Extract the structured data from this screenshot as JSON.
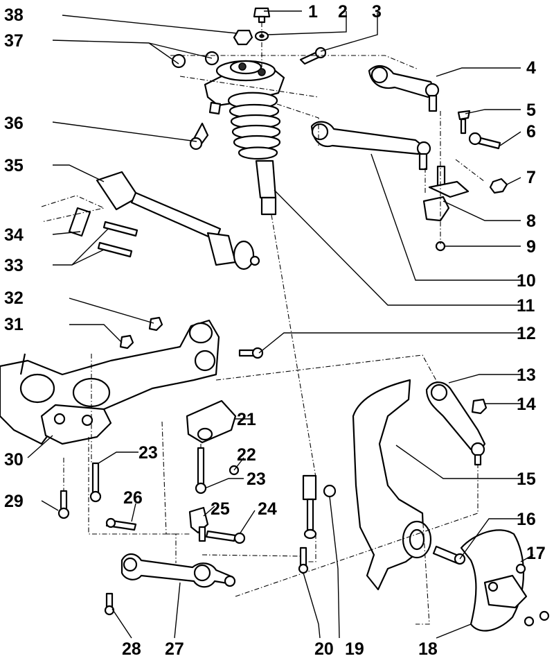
{
  "figure": {
    "type": "exploded-view technical drawing",
    "callout_labels": [
      "1",
      "2",
      "3",
      "4",
      "5",
      "6",
      "7",
      "8",
      "9",
      "10",
      "11",
      "12",
      "13",
      "14",
      "15",
      "16",
      "17",
      "18",
      "19",
      "20",
      "21",
      "22",
      "23",
      "23",
      "24",
      "25",
      "26",
      "27",
      "28",
      "29",
      "30",
      "31",
      "32",
      "33",
      "34",
      "35",
      "36",
      "37",
      "38"
    ]
  },
  "callouts": [
    {
      "id": "1",
      "label": "1"
    },
    {
      "id": "2",
      "label": "2"
    },
    {
      "id": "3",
      "label": "3"
    },
    {
      "id": "4",
      "label": "4"
    },
    {
      "id": "5",
      "label": "5"
    },
    {
      "id": "6",
      "label": "6"
    },
    {
      "id": "7",
      "label": "7"
    },
    {
      "id": "8",
      "label": "8"
    },
    {
      "id": "9",
      "label": "9"
    },
    {
      "id": "10",
      "label": "10"
    },
    {
      "id": "11",
      "label": "11"
    },
    {
      "id": "12",
      "label": "12"
    },
    {
      "id": "13",
      "label": "13"
    },
    {
      "id": "14",
      "label": "14"
    },
    {
      "id": "15",
      "label": "15"
    },
    {
      "id": "16",
      "label": "16"
    },
    {
      "id": "17",
      "label": "17"
    },
    {
      "id": "18",
      "label": "18"
    },
    {
      "id": "19",
      "label": "19"
    },
    {
      "id": "20",
      "label": "20"
    },
    {
      "id": "21",
      "label": "21"
    },
    {
      "id": "22",
      "label": "22"
    },
    {
      "id": "23a",
      "label": "23"
    },
    {
      "id": "23b",
      "label": "23"
    },
    {
      "id": "24",
      "label": "24"
    },
    {
      "id": "25",
      "label": "25"
    },
    {
      "id": "26",
      "label": "26"
    },
    {
      "id": "27",
      "label": "27"
    },
    {
      "id": "28",
      "label": "28"
    },
    {
      "id": "29",
      "label": "29"
    },
    {
      "id": "30",
      "label": "30"
    },
    {
      "id": "31",
      "label": "31"
    },
    {
      "id": "32",
      "label": "32"
    },
    {
      "id": "33",
      "label": "33"
    },
    {
      "id": "34",
      "label": "34"
    },
    {
      "id": "35",
      "label": "35"
    },
    {
      "id": "36",
      "label": "36"
    },
    {
      "id": "37",
      "label": "37"
    },
    {
      "id": "38",
      "label": "38"
    }
  ]
}
